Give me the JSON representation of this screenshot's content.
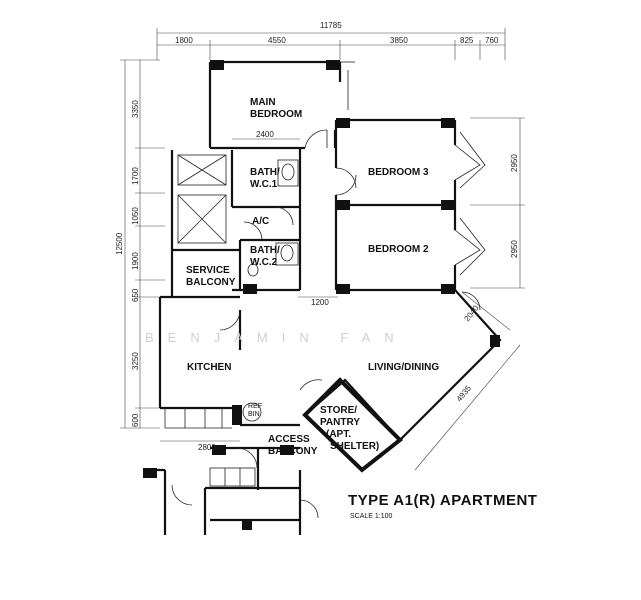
{
  "plan": {
    "title": "TYPE A1(R) APARTMENT",
    "scale": "SCALE 1:100",
    "watermark": "BENJAMIN FAN",
    "rooms": {
      "main_bedroom": [
        "MAIN",
        "BEDROOM"
      ],
      "bedroom3": "BEDROOM 3",
      "bedroom2": "BEDROOM 2",
      "bath1": [
        "BATH/",
        "W.C.1"
      ],
      "ac": "A/C",
      "bath2": [
        "BATH/",
        "W.C.2"
      ],
      "service_balcony": [
        "SERVICE",
        "BALCONY"
      ],
      "kitchen": "KITCHEN",
      "living_dining": "LIVING/DINING",
      "store": [
        "STORE/",
        "PANTRY",
        "(APT.",
        "SHELTER)"
      ],
      "access_balcony": [
        "ACCESS",
        "BALCONY"
      ],
      "ref": [
        "REF",
        "BIN"
      ]
    },
    "dimensions": {
      "overall_top": "11785",
      "top": [
        "1800",
        "4550",
        "3850",
        "825",
        "760"
      ],
      "left_overall": "12500",
      "left": [
        "3350",
        "1700",
        "1050",
        "1900",
        "650",
        "3250",
        "600"
      ],
      "right": [
        "2950",
        "2950"
      ],
      "inner": [
        "2400",
        "1200",
        "2800"
      ],
      "diagonal": [
        "2040",
        "4935"
      ]
    }
  }
}
